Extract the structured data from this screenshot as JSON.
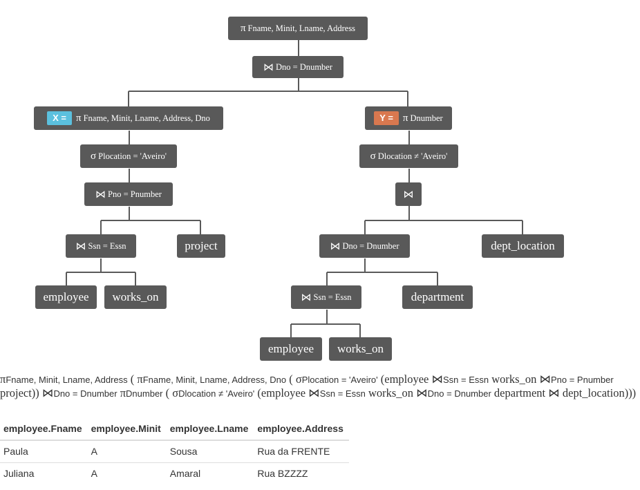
{
  "tree": {
    "root_projection": {
      "symbol": "π",
      "attrs": "Fname, Minit, Lname, Address"
    },
    "top_join": {
      "symbol": "⋈",
      "cond": "Dno = Dnumber"
    },
    "left": {
      "tag": "X =",
      "tag_color": "#5bc0de",
      "projection": {
        "symbol": "π",
        "attrs": "Fname, Minit, Lname, Address, Dno"
      },
      "selection": {
        "symbol": "σ",
        "cond": "Plocation = 'Aveiro'"
      },
      "join_pno": {
        "symbol": "⋈",
        "cond": "Pno = Pnumber"
      },
      "join_ssn": {
        "symbol": "⋈",
        "cond": "Ssn = Essn"
      },
      "project": "project",
      "employee": "employee",
      "works_on": "works_on"
    },
    "right": {
      "tag": "Y =",
      "tag_color": "#d9784f",
      "projection": {
        "symbol": "π",
        "attrs": "Dnumber"
      },
      "selection": {
        "symbol": "σ",
        "cond": "Dlocation ≠ 'Aveiro'"
      },
      "join_natural": {
        "symbol": "⋈"
      },
      "join_dno": {
        "symbol": "⋈",
        "cond": "Dno = Dnumber"
      },
      "dept_location": "dept_location",
      "join_ssn": {
        "symbol": "⋈",
        "cond": "Ssn = Essn"
      },
      "department": "department",
      "employee": "employee",
      "works_on": "works_on"
    }
  },
  "expression": {
    "p1": "π",
    "s1": "Fname, Minit, Lname, Address",
    "p2": " ( π",
    "s2": "Fname, Minit, Lname, Address, Dno",
    "p3": " ( σ",
    "s3": "Plocation = 'Aveiro'",
    "p4": " (employee ⋈",
    "s4": "Ssn = Essn",
    "p5": " works_on ⋈",
    "s5": "Pno = Pnumber",
    "p6": " project)) ⋈",
    "s6": "Dno = Dnumber",
    "p7": " π",
    "s7": "Dnumber",
    "p8": " ( σ",
    "s8": "Dlocation ≠ 'Aveiro'",
    "p9": " (employee ⋈",
    "s9": "Ssn = Essn",
    "p10": " works_on ⋈",
    "s10": "Dno = Dnumber",
    "p11": " department ⋈ dept_location)))"
  },
  "result_table": {
    "headers": [
      "employee.Fname",
      "employee.Minit",
      "employee.Lname",
      "employee.Address"
    ],
    "rows": [
      [
        "Paula",
        "A",
        "Sousa",
        "Rua da FRENTE"
      ],
      [
        "Juliana",
        "A",
        "Amaral",
        "Rua BZZZZ"
      ]
    ]
  },
  "colors": {
    "node_bg": "#595959",
    "node_text": "#ffffff",
    "edge": "#595959"
  }
}
